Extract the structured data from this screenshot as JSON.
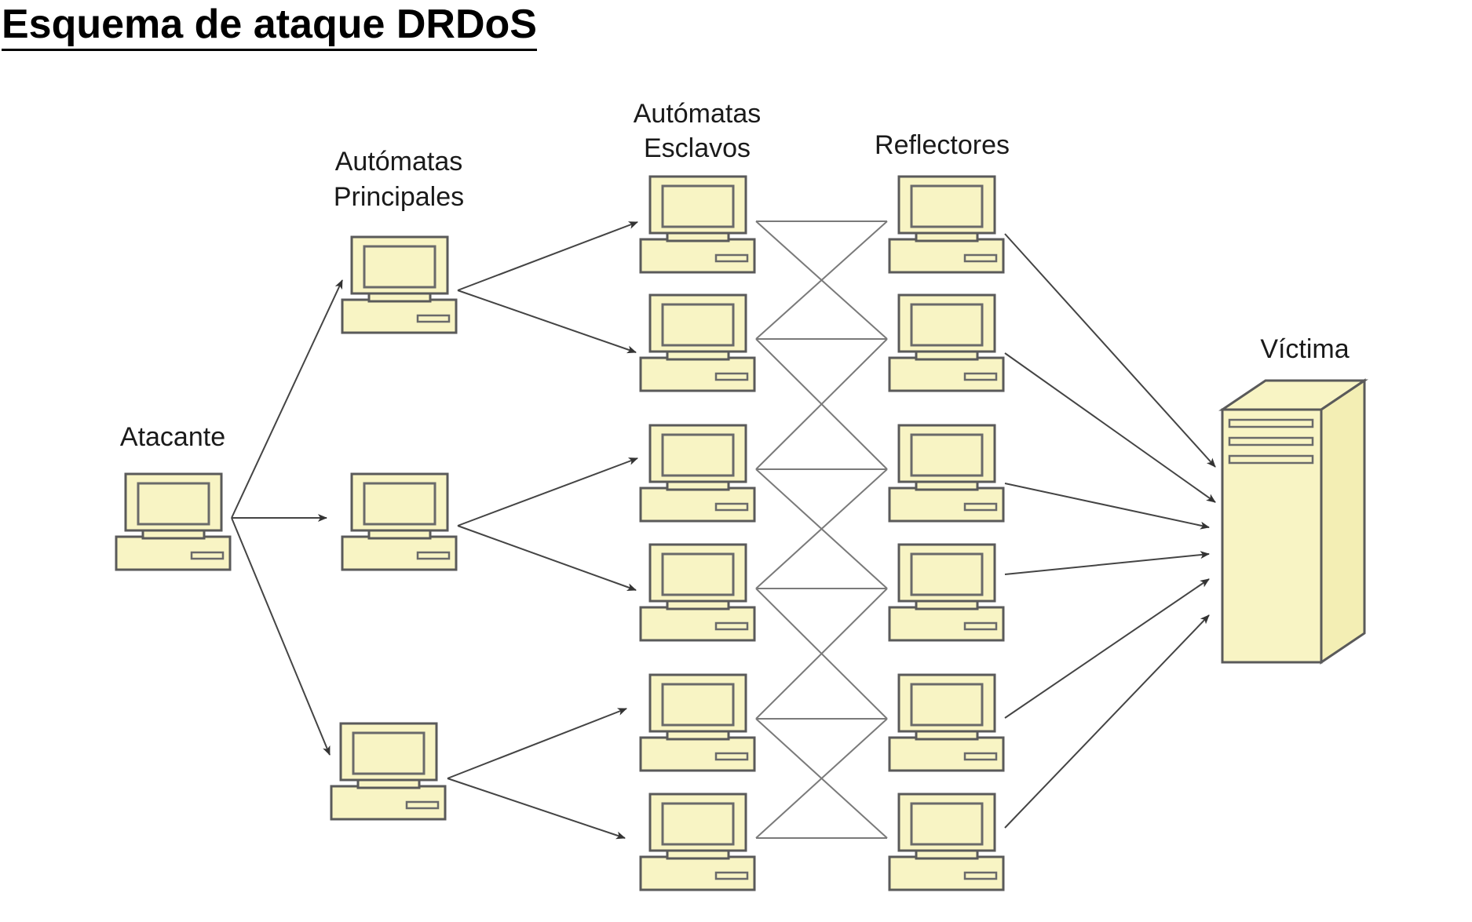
{
  "title": "Esquema de ataque DRDoS",
  "labels": {
    "attacker": "Atacante",
    "masters_line1": "Autómatas",
    "masters_line2": "Principales",
    "slaves_line1": "Autómatas",
    "slaves_line2": "Esclavos",
    "reflectors": "Reflectores",
    "victim": "Víctima"
  },
  "colors": {
    "device_fill": "#f8f4c4",
    "device_stroke": "#5a5a5a",
    "link": "#444444"
  },
  "icons": {
    "computer": "computer-icon",
    "server": "server-icon"
  },
  "groups": {
    "attacker_count": 1,
    "master_count": 3,
    "slave_count": 6,
    "reflector_count": 6,
    "victim_count": 1
  }
}
